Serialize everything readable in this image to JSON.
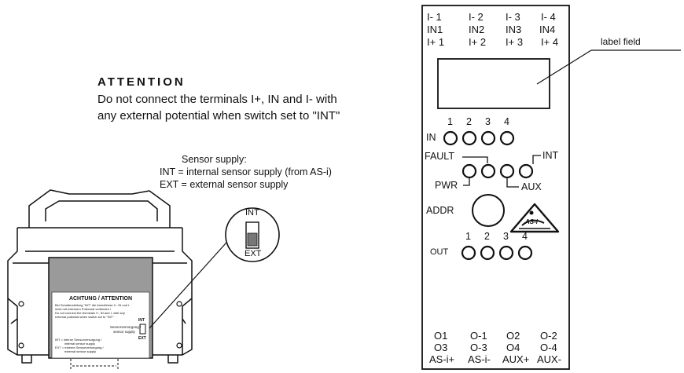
{
  "attention": {
    "title": "ATTENTION",
    "line1": "Do not connect the terminals I+, IN and I- with",
    "line2": "any external potential when switch set to \"INT\""
  },
  "sensor_supply": {
    "title": "Sensor supply:",
    "int_line": "INT  = internal sensor supply (from AS-i)",
    "ext_line": "EXT = external sensor supply"
  },
  "switch_detail": {
    "top": "INT",
    "bottom": "EXT"
  },
  "housing_label": {
    "title": "ACHTUNG / ATTENTION",
    "int": "INT",
    "ext": "EXT",
    "supply_de": "Sensorversorgung /",
    "supply_en": "sensor supply",
    "fine_1": "Bei Schalterstellung \"INT\" die Anschlüsse I+, IN und I-",
    "fine_2": "nicht mit externem Potenzial verbinden !",
    "fine_3": "Do not connect the terminals I+, IN and I- with any",
    "fine_4": "external potential when switch set to \"INT\"",
    "fine_5": "INT = interne Sensorversorgung /",
    "fine_6": "internal sensor supply",
    "fine_7": "EXT = externe Sensorversorgung /",
    "fine_8": "external sensor supply"
  },
  "front_panel": {
    "terminals_top": [
      [
        "I- 1",
        "I- 2",
        "I- 3",
        "I- 4"
      ],
      [
        "IN1",
        "IN2",
        "IN3",
        "IN4"
      ],
      [
        "I+ 1",
        "I+ 2",
        "I+ 3",
        "I+ 4"
      ]
    ],
    "label_field": "label field",
    "in_numbers": [
      "1",
      "2",
      "3",
      "4"
    ],
    "in_label": "IN",
    "fault_label": "FAULT",
    "int_label": "INT",
    "pwr_label": "PWR",
    "aux_label": "AUX",
    "addr_label": "ADDR",
    "logo_text": "AS-i",
    "out_numbers": [
      "1",
      "2",
      "3",
      "4"
    ],
    "out_label": "OUT",
    "terminals_bottom": [
      [
        "O1",
        "O-1",
        "O2",
        "O-2"
      ],
      [
        "O3",
        "O-3",
        "O4",
        "O-4"
      ],
      [
        "AS-i+",
        "AS-i-",
        "AUX+",
        "AUX-"
      ]
    ]
  }
}
